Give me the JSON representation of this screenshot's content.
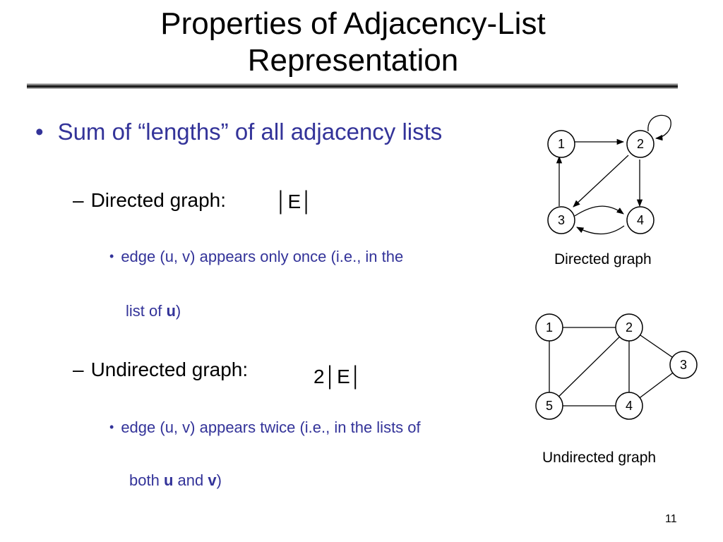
{
  "title": {
    "line1": "Properties of Adjacency-List",
    "line2": "Representation"
  },
  "bullet": {
    "mark": "•",
    "text": "Sum of “lengths” of all adjacency lists"
  },
  "directed": {
    "dash": "–",
    "label": "Directed graph:",
    "formula": "│E│",
    "note": {
      "dot": "•",
      "pre": "edge ",
      "uv": "(u, v)",
      "mid": " appears only once (i.e., in the",
      "line2_pre": "list of ",
      "bold": "u",
      "line2_post": ")"
    }
  },
  "undirected": {
    "dash": "–",
    "label": "Undirected graph:",
    "formula": "2│E│",
    "note": {
      "dot": "•",
      "pre": "edge ",
      "uv": "(u, v)",
      "mid": " appears twice (i.e., in the lists of",
      "line2_pre": "both ",
      "bold_u": "u",
      "and": " and ",
      "bold_v": "v",
      "line2_post": ")"
    }
  },
  "directed_graph": {
    "caption": "Directed graph",
    "nodes": [
      "1",
      "2",
      "3",
      "4"
    ]
  },
  "undirected_graph": {
    "caption": "Undirected graph",
    "nodes": [
      "1",
      "2",
      "3",
      "5",
      "4"
    ]
  },
  "page_number": "11"
}
